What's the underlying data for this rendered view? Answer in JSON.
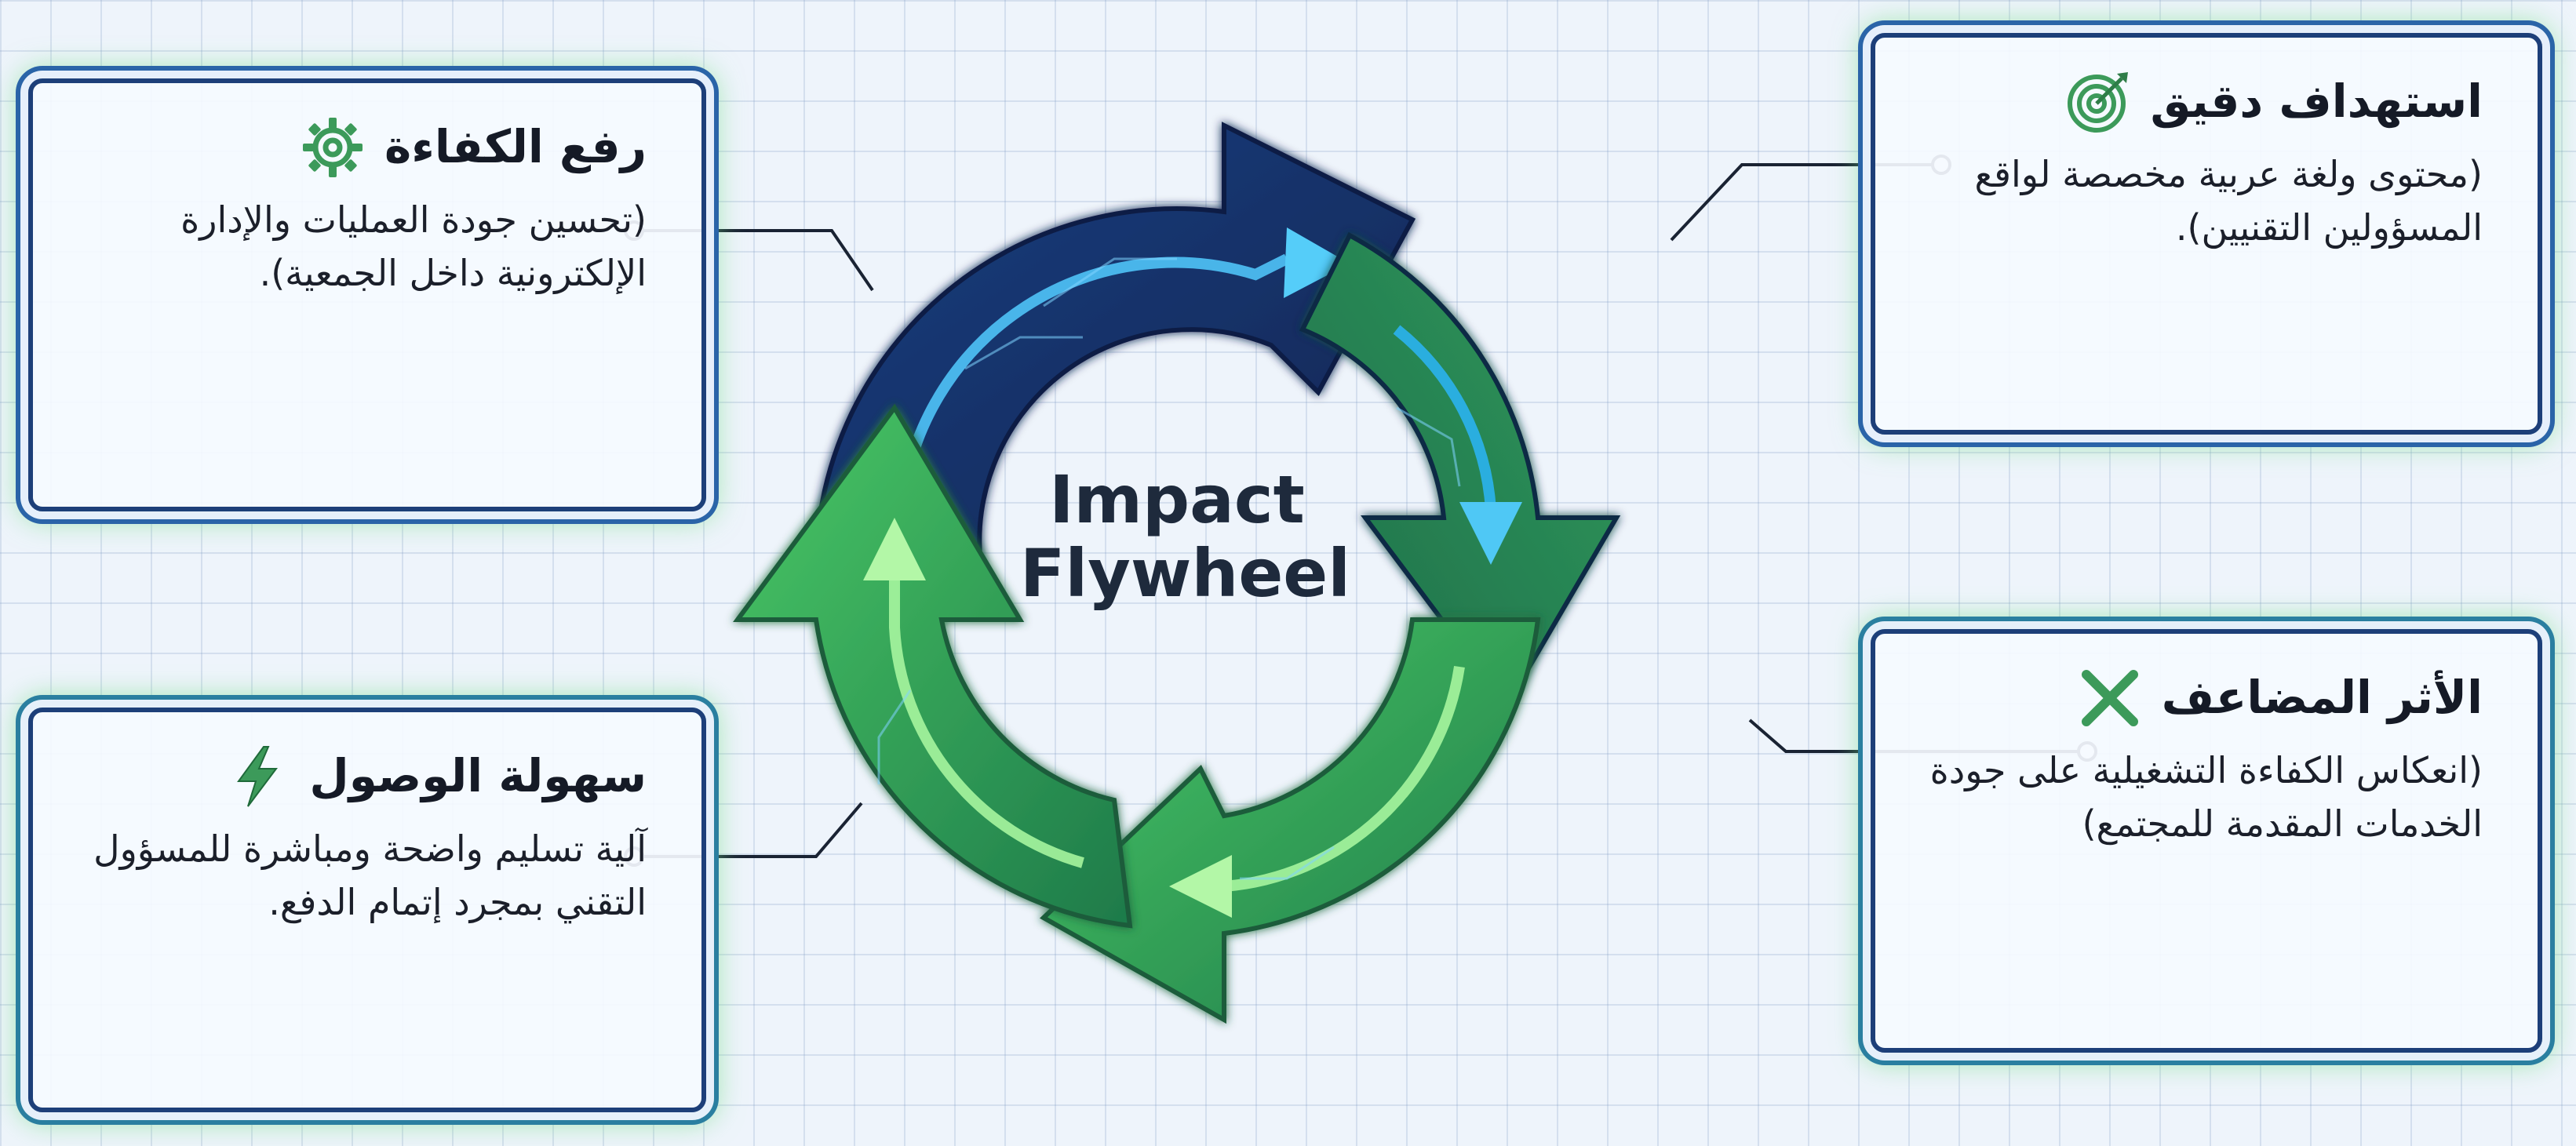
{
  "center": {
    "line1": "Impact",
    "line2": "Flywheel"
  },
  "cards": {
    "efficiency": {
      "title": "رفع الكفاءة",
      "icon": "gear-icon",
      "body": "(تحسين جودة العمليات والإدارة الإلكترونية داخل الجمعية)."
    },
    "access": {
      "title": "سهولة الوصول",
      "icon": "lightning-icon",
      "body": "آلية تسليم واضحة ومباشرة للمسؤول التقني بمجرد إتمام الدفع."
    },
    "targeting": {
      "title": "استهداف دقيق",
      "icon": "target-icon",
      "body": "(محتوى ولغة عربية مخصصة لواقع المسؤولين التقنيين)."
    },
    "impact": {
      "title": "الأثر المضاعف",
      "icon": "multiply-icon",
      "body": "(انعكاس الكفاءة التشغيلية على جودة الخدمات المقدمة للمجتمع)"
    }
  },
  "colors": {
    "navy": "#17336b",
    "blue_arrow": "#3ab6f0",
    "green": "#3fb64f",
    "light_green": "#8ff08c",
    "icon_green": "#3c9a5a",
    "card_border": "#1d3f79"
  }
}
